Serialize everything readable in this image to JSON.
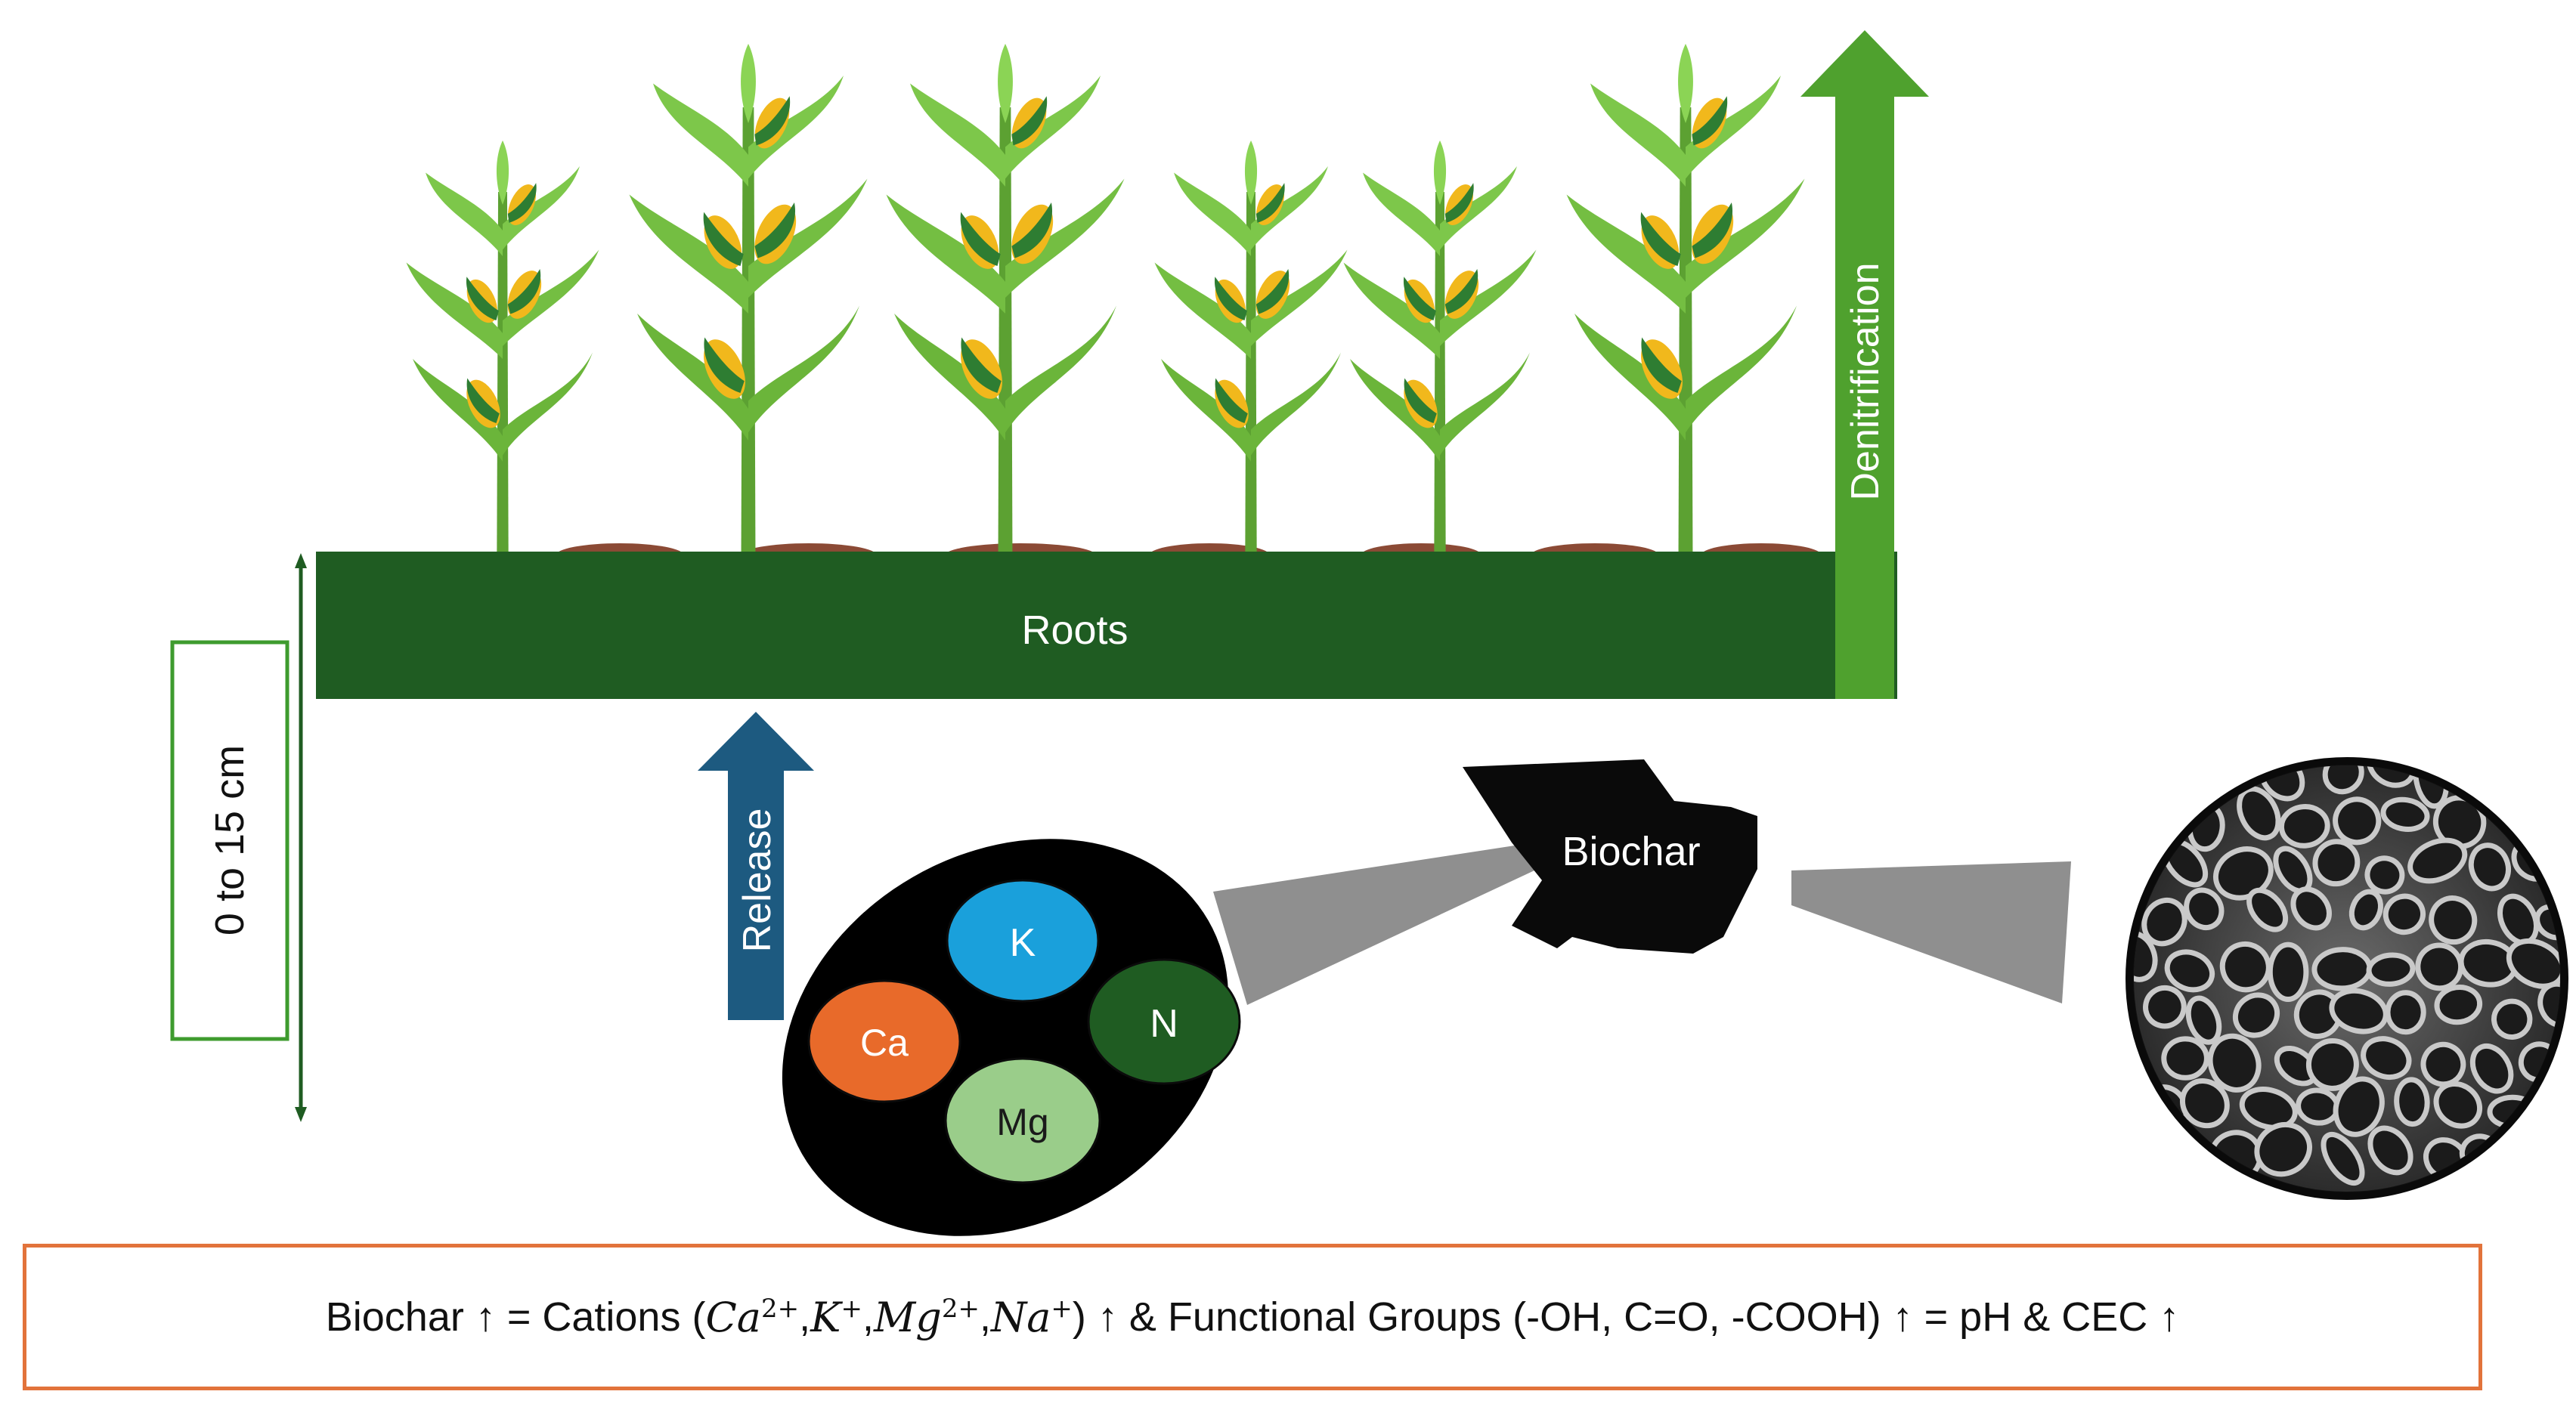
{
  "soil": {
    "label": "Roots"
  },
  "depth": {
    "label": "0 to 15 cm"
  },
  "denitrification": {
    "label": "Denitrification"
  },
  "release": {
    "label": "Release"
  },
  "biochar": {
    "label": "Biochar"
  },
  "nutrients": {
    "k": "K",
    "ca": "Ca",
    "n": "N",
    "mg": "Mg"
  },
  "formula": {
    "p1": "Biochar  ↑ = Cations (",
    "ca_base": "Ca",
    "ca_sup": "2+",
    "sep1": ",",
    "k_base": "K",
    "k_sup": "+",
    "sep2": ",",
    "mg_base": "Mg",
    "mg_sup": "2+",
    "sep3": ",",
    "na_base": "Na",
    "na_sup": "+",
    "p2": ") ↑ & Functional Groups (-OH, C=O, -COOH) ↑ = pH & CEC ↑"
  },
  "colors": {
    "soil": "#1F5C22",
    "denitrification_arrow": "#4FA12E",
    "release_arrow": "#1D5A80",
    "depth_box_border": "#3E9B2E",
    "k": "#1AA0DB",
    "ca": "#E86A2A",
    "n": "#1F5C22",
    "mg": "#9ACD8A",
    "formula_border": "#E2733B",
    "maize_leaf": "#6BB53A",
    "maize_cob": "#F1B81C",
    "sem_base": "#4a4a4a"
  }
}
